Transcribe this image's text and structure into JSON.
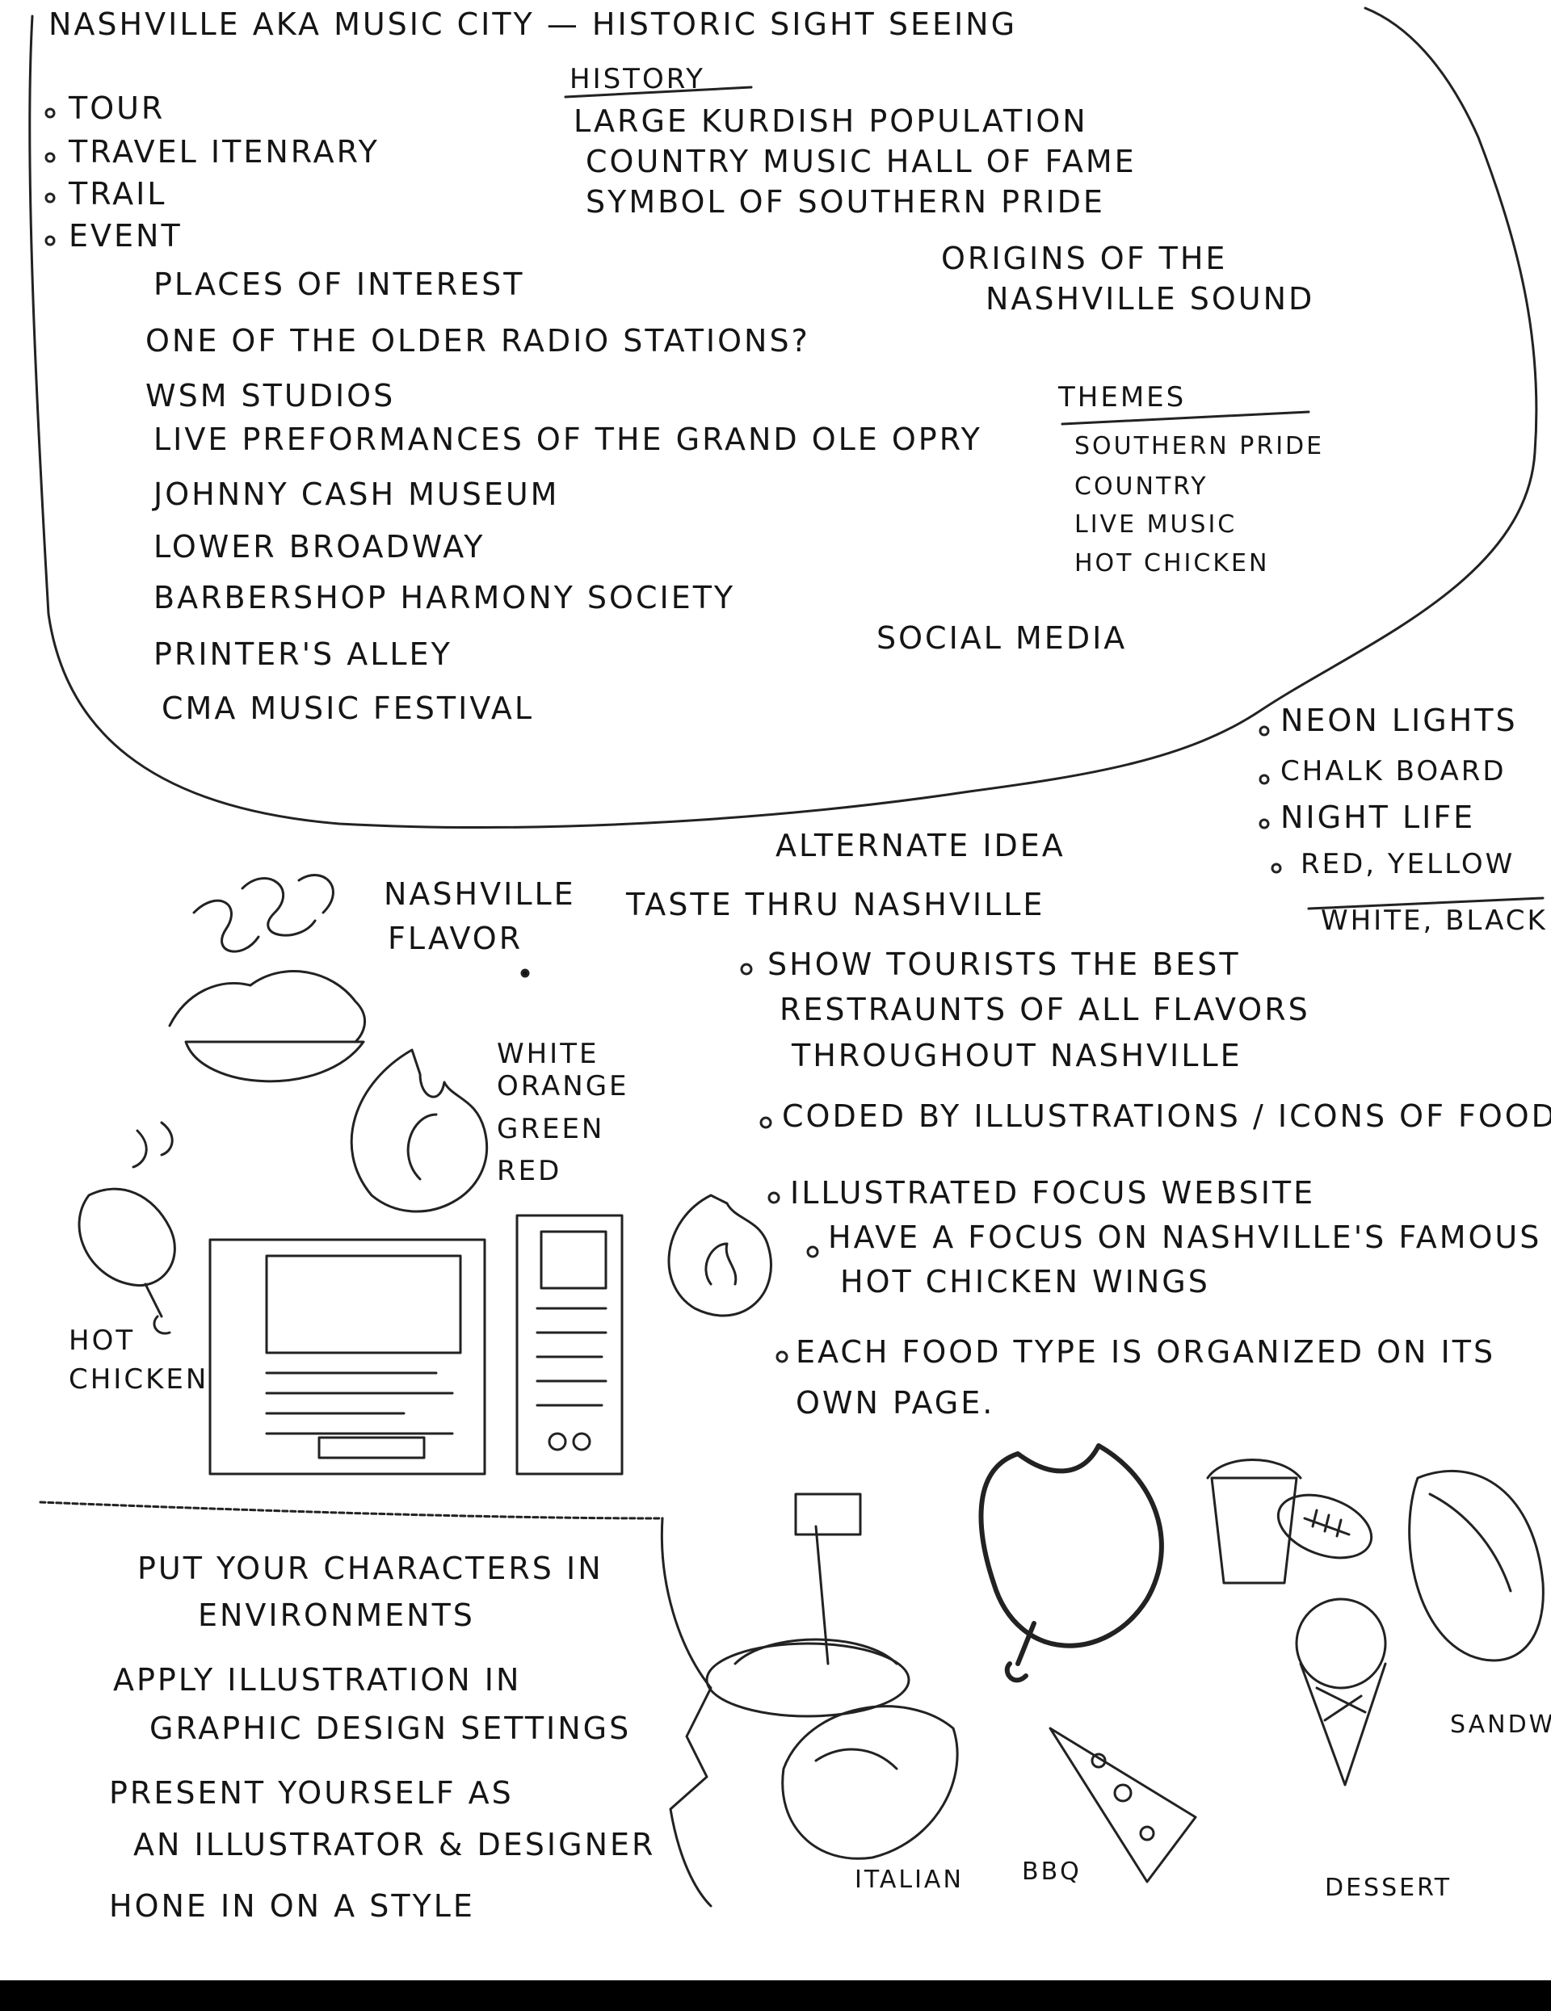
{
  "title": "NASHVILLE AKA MUSIC CITY — HISTORIC SIGHT SEEING",
  "formats": [
    "TOUR",
    "TRAVEL ITENRARY",
    "TRAIL",
    "EVENT"
  ],
  "history": {
    "heading": "HISTORY",
    "items": [
      "LARGE KURDISH POPULATION",
      "COUNTRY MUSIC HALL OF FAME",
      "SYMBOL OF SOUTHERN PRIDE"
    ]
  },
  "places": {
    "heading": "PLACES OF INTEREST",
    "items": [
      "ONE OF THE OLDER RADIO STATIONS?",
      "WSM STUDIOS",
      "LIVE PREFORMANCES OF THE GRAND OLE OPRY",
      "JOHNNY CASH MUSEUM",
      "LOWER BROADWAY",
      "BARBERSHOP HARMONY SOCIETY",
      "PRINTER'S ALLEY",
      "CMA MUSIC FESTIVAL"
    ]
  },
  "origins": [
    "ORIGINS OF THE",
    "NASHVILLE SOUND"
  ],
  "themes": {
    "heading": "THEMES",
    "items": [
      "SOUTHERN PRIDE",
      "COUNTRY",
      "LIVE MUSIC",
      "HOT CHICKEN"
    ]
  },
  "social_media": "SOCIAL MEDIA",
  "style_notes": [
    "NEON LIGHTS",
    "CHALK BOARD",
    "NIGHT LIFE",
    "RED, YELLOW",
    "WHITE, BLACK"
  ],
  "flavor_title": [
    "NASHVILLE",
    "FLAVOR"
  ],
  "alternate": {
    "heading": "ALTERNATE IDEA",
    "subheading": "TASTE THRU NASHVILLE",
    "bullets": [
      "SHOW TOURISTS THE BEST",
      "RESTRAUNTS OF ALL FLAVORS",
      "THROUGHOUT NASHVILLE",
      "CODED BY ILLUSTRATIONS / ICONS OF FOOD",
      "ILLUSTRATED FOCUS WEBSITE",
      "HAVE A FOCUS ON NASHVILLE'S FAMOUS",
      "HOT CHICKEN WINGS",
      "EACH FOOD TYPE IS ORGANIZED ON ITS",
      "OWN PAGE."
    ]
  },
  "palette_words": [
    "WHITE",
    "ORANGE",
    "GREEN",
    "RED"
  ],
  "hot_chicken_label": [
    "HOT",
    "CHICKEN"
  ],
  "advice": [
    "PUT YOUR CHARACTERS IN",
    "ENVIRONMENTS",
    "APPLY ILLUSTRATION IN",
    "GRAPHIC DESIGN SETTINGS",
    "PRESENT YOURSELF AS",
    "AN ILLUSTRATOR & DESIGNER",
    "HONE IN ON A STYLE"
  ],
  "food_labels": [
    "ITALIAN",
    "BBQ",
    "DESSERT",
    "SANDWI"
  ]
}
